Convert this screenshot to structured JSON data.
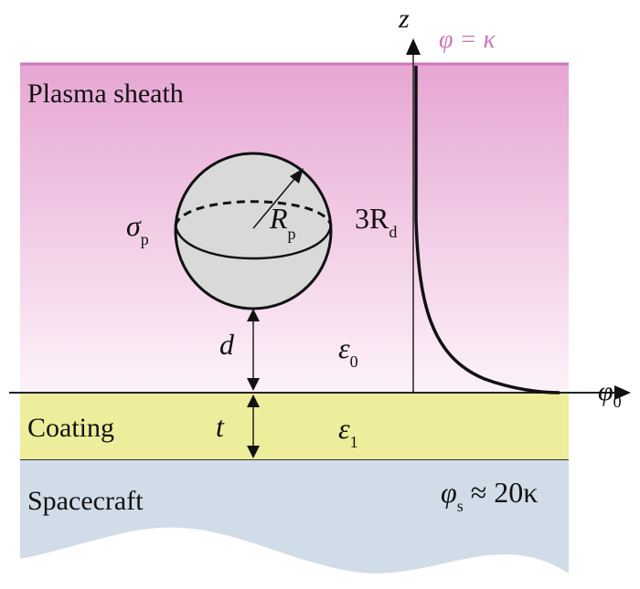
{
  "regions": {
    "plasma": {
      "label": "Plasma sheath",
      "color_top": "#e6a6d3",
      "color_bottom": "#fdf0f8"
    },
    "coating": {
      "label": "Coating",
      "color": "#eded9b"
    },
    "spacecraft": {
      "label": "Spacecraft",
      "color": "#d0dde8"
    }
  },
  "boundary": {
    "label": "φ = κ",
    "color": "#cc77bb"
  },
  "axes": {
    "z_label": "z",
    "x_label": "φ",
    "x_sub": "0"
  },
  "particle": {
    "charge_label": "σ",
    "charge_sub": "p",
    "radius_label": "R",
    "radius_sub": "p",
    "fill": "#d9d9d9"
  },
  "annotations": {
    "debye": {
      "main": "3R",
      "sub": "d"
    },
    "distance": "d",
    "thickness": "t",
    "eps0": {
      "main": "ε",
      "sub": "0"
    },
    "eps1": {
      "main": "ε",
      "sub": "1"
    },
    "spacecraft_potential": {
      "main": "φ",
      "sub": "s",
      "rest": " ≈ 20κ"
    }
  }
}
